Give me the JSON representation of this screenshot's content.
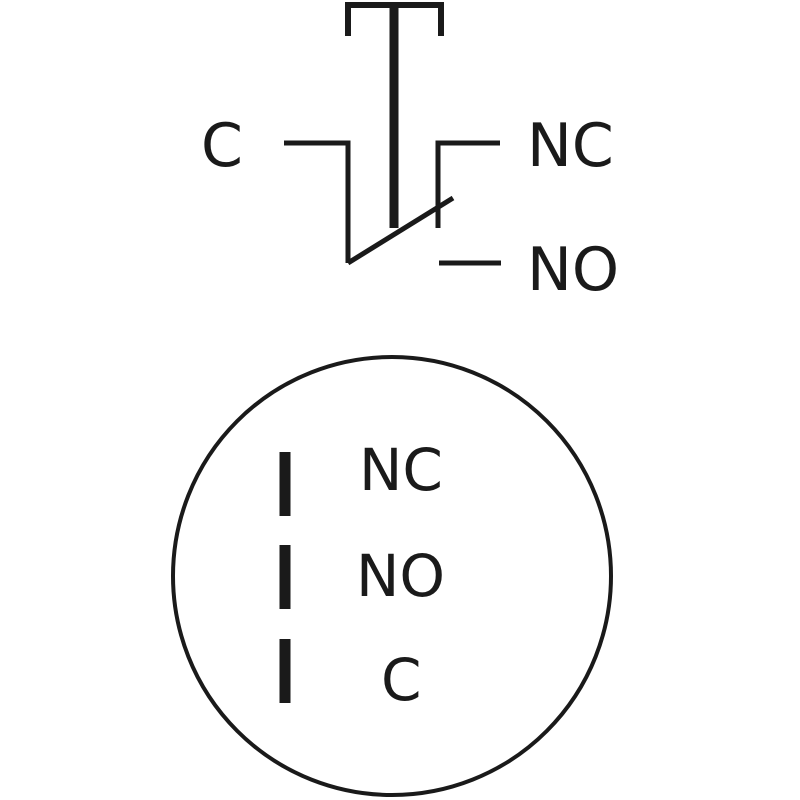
{
  "schematic": {
    "terminal_common": "C",
    "terminal_normally_closed": "NC",
    "terminal_normally_open": "NO"
  },
  "pinout": {
    "pins": [
      {
        "label": "NC"
      },
      {
        "label": "NO"
      },
      {
        "label": "C"
      }
    ]
  },
  "colors": {
    "ink": "#1a1a1a",
    "background": "#ffffff"
  }
}
